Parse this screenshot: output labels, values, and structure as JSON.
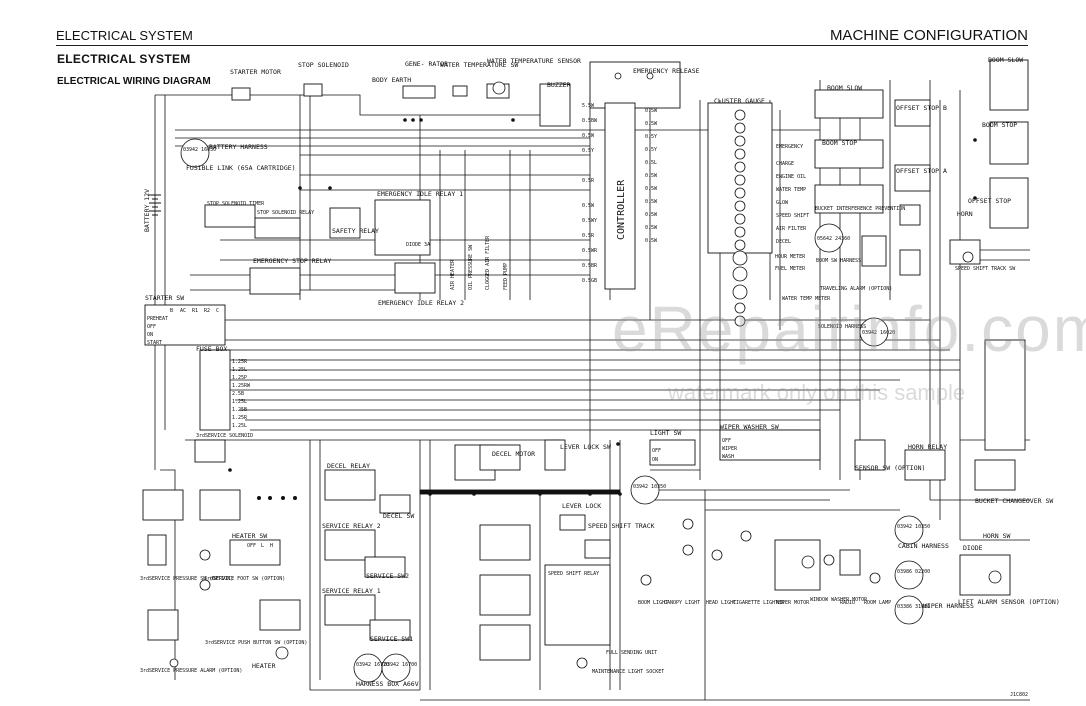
{
  "header": {
    "left": "ELECTRICAL SYSTEM",
    "right": "MACHINE CONFIGURATION"
  },
  "titles": {
    "section": "ELECTRICAL SYSTEM",
    "diagram": "ELECTRICAL WIRING DIAGRAM"
  },
  "watermark": {
    "main": "eRepairinfo.com",
    "sub": "watermark only on this sample"
  },
  "figure_code": "J1C802",
  "components": {
    "starter_motor": "STARTER MOTOR",
    "stop_solenoid": "STOP SOLENOID",
    "body_earth": "BODY EARTH",
    "generator": "GENE- RATOR",
    "water_temp_sw": "WATER TEMPERATURE SW",
    "water_temp_sensor": "WATER TEMPERATURE SENSOR",
    "buzzer": "BUZZER",
    "emergency_release": "EMERGENCY RELEASE",
    "cluster_gauge": "CLUSTER GAUGE",
    "controller": "CONTROLLER",
    "battery_harness": "BATTERY HARNESS",
    "harness_03942_16630": "03942 16630",
    "fusible_link": "FUSIBLE LINK (65A CARTRIDGE)",
    "battery": "BATTERY 12V",
    "stop_solenoid_timer": "STOP SOLENOID TIMER",
    "stop_solenoid_relay": "STOP SOLENOID RELAY",
    "safety_relay": "SAFETY RELAY",
    "emergency_idle_relay_1": "EMERGENCY IDLE RELAY 1",
    "emergency_idle_relay_2": "EMERGENCY IDLE RELAY 2",
    "emergency_stop_relay": "EMERGENCY STOP RELAY",
    "diode": "DIODE 3A",
    "air_heater": "AIR HEATER",
    "oil_pressure_sw": "OIL PRESSURE SW",
    "clogged_air_filter": "CLOGGED AIR FILTER",
    "feed_pump": "FEED PUMP",
    "starter_sw": "STARTER SW",
    "fuse_box": "FUSE BOX",
    "boom_slow": "BOOM SLOW",
    "boom_stop": "BOOM STOP",
    "offset_stop_b": "OFFSET STOP B",
    "offset_stop_a": "OFFSET STOP A",
    "offset_stop": "OFFSET STOP",
    "horn": "HORN",
    "bucket_interference_prevention": "BUCKET INTERFERENCE PREVENTION",
    "boom_sw_harness": "BOOM SW HARNESS",
    "harness_05642_24360": "05642 24360",
    "traveling_alarm": "TRAVELING ALARM (OPTION)",
    "speed_shift_track_sw": "SPEED SHIFT TRACK SW",
    "solenoid_harness": "SOLENOID HARNESS",
    "harness_03942_16020": "03942 16020",
    "water_temp_meter": "WATER TEMP METER",
    "fuel_meter": "FUEL METER",
    "hour_meter": "HOUR METER",
    "light_sw": "LIGHT SW",
    "wiper_washer_sw": "WIPER WASHER SW",
    "horn_relay": "HORN RELAY",
    "sensor_sw": "SENSOR SW (OPTION)",
    "harness_03942_10350_a": "03942 10350",
    "harness_03942_10350_b": "03942 10350",
    "cabin_harness": "CABIN HARNESS",
    "harness_03986_02200": "03986 02200",
    "harness_03386_31010": "03386 31010",
    "wiper_harness": "WIPER HARNESS",
    "bucket_changeover_sw": "BUCKET CHANGEOVER SW",
    "horn_sw": "HORN SW",
    "diode_2": "DIODE",
    "lift_alarm_sensor": "LIFT ALARM SENSOR (OPTION)",
    "decel_relay": "DECEL RELAY",
    "decel_sw": "DECEL SW",
    "decel_motor": "DECEL MOTOR",
    "lever_lock_sw": "LEVER LOCK SW",
    "lever_lock": "LEVER LOCK",
    "service_relay_2": "SERVICE RELAY 2",
    "service_sw2": "SERVICE SW2",
    "service_relay_1": "SERVICE RELAY 1",
    "service_sw1": "SERVICE SW1",
    "speed_shift_track": "SPEED SHIFT TRACK",
    "heater_sw": "HEATER SW",
    "heater": "HEATER",
    "harness_box_a": "03942 16720",
    "harness_box_b": "03942 16700",
    "harness_box": "HARNESS BOX A66V",
    "maintenance_light_socket": "MAINTENANCE LIGHT SOCKET",
    "boom_light": "BOOM LIGHT",
    "canopy_light": "CANOPY LIGHT",
    "head_light": "HEAD LIGHT",
    "cigarette_lighter": "CIGARETTE LIGHTER",
    "wiper_motor": "WIPER MOTOR",
    "window_washer_motor": "WINDOW WASHER MOTOR",
    "radio": "RADIO",
    "room_lamp": "ROOM LAMP",
    "third_service_solenoid": "3rdSERVICE SOLENOID",
    "third_service_pressure_sw": "3rdSERVICE PRESSURE SW (OPTION)",
    "third_service_foot_sw": "3rdSERVICE FOOT SW (OPTION)",
    "third_service_push_button_sw": "3rdSERVICE PUSH BUTTON SW (OPTION)",
    "third_service_pressure_alarm": "3rdSERVICE PRESSURE ALARM (OPTION)",
    "speed_shift_relay": "SPEED SHIFT RELAY",
    "full_sending_unit": "FULL SENDING UNIT"
  },
  "gauge_lamps": [
    "EMERGENCY",
    "CHARGE",
    "ENGINE OIL",
    "WATER TEMP",
    "GLOW",
    "SPEED SHIFT",
    "AIR FILTER",
    "DECEL"
  ],
  "controller_pins": [
    "5.5W",
    "0.5BW",
    "0.5W",
    "0.5Y",
    "0.5R",
    "0.5W",
    "0.5WY",
    "0.5R",
    "0.5WR",
    "0.5BR",
    "0.5GB"
  ],
  "gauge_pins": [
    "0.5W",
    "0.5W",
    "0.5Y",
    "0.5Y",
    "0.5L",
    "0.5W",
    "0.5W",
    "0.5W",
    "0.5W",
    "0.5W",
    "0.5W"
  ],
  "fuse_wires": [
    "1.25R",
    "1.25L",
    "1.25P",
    "1.25RW",
    "2.5B",
    "1.25L",
    "1.25B",
    "1.25R",
    "1.25L"
  ],
  "starter_sw_table": {
    "headers": [
      "",
      "B",
      "AC",
      "R1",
      "R2",
      "C"
    ],
    "rows": [
      "PREHEAT",
      "OFF",
      "ON",
      "START"
    ]
  },
  "light_sw_rows": [
    "OFF",
    "ON"
  ],
  "wiper_sw_rows": [
    "OFF",
    "WIPER",
    "WASH"
  ],
  "heater_sw_cols": [
    "OFF",
    "L",
    "H"
  ]
}
